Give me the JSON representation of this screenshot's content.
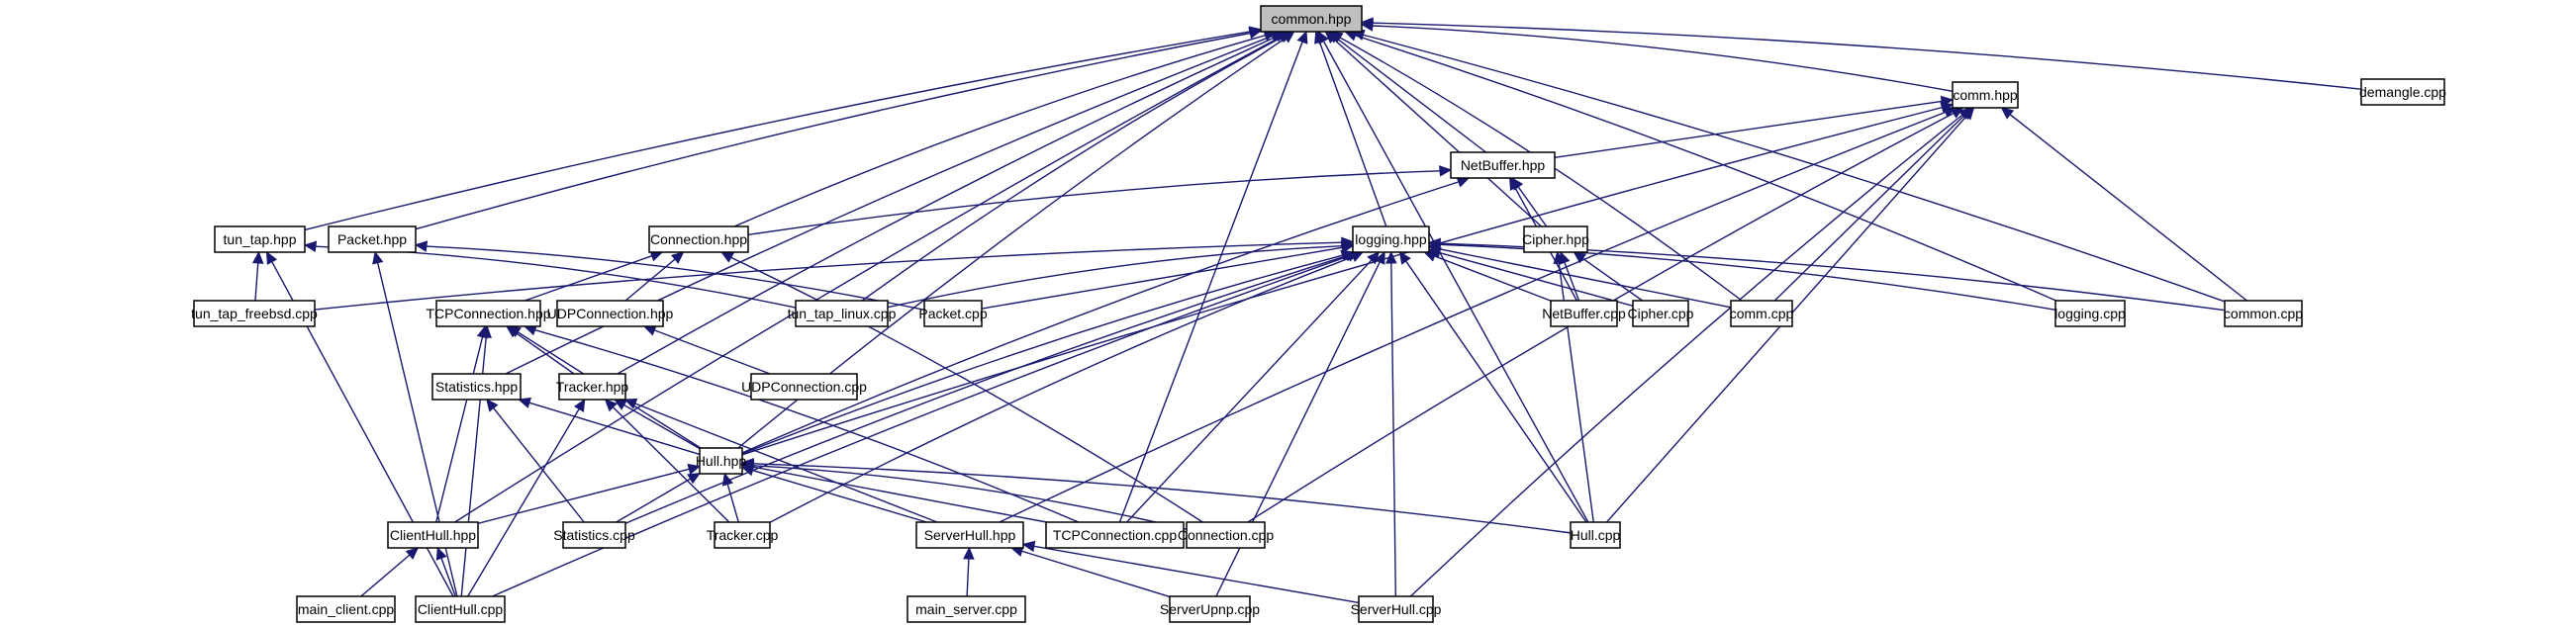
{
  "title": "Include dependency graph for common.hpp",
  "colors": {
    "edge": "#191970",
    "root_fill": "#bfbfbf",
    "node_fill": "#ffffff",
    "node_border": "#000000"
  },
  "nodes": [
    {
      "id": "common_hpp",
      "label": "common.hpp",
      "root": true
    },
    {
      "id": "comm_hpp",
      "label": "comm.hpp"
    },
    {
      "id": "demangle_cpp",
      "label": "demangle.cpp"
    },
    {
      "id": "netbuffer_hpp",
      "label": "NetBuffer.hpp"
    },
    {
      "id": "tun_tap_hpp",
      "label": "tun_tap.hpp"
    },
    {
      "id": "packet_hpp",
      "label": "Packet.hpp"
    },
    {
      "id": "connection_hpp",
      "label": "Connection.hpp"
    },
    {
      "id": "logging_hpp",
      "label": "logging.hpp"
    },
    {
      "id": "cipher_hpp",
      "label": "Cipher.hpp"
    },
    {
      "id": "tun_tap_freebsd_cpp",
      "label": "tun_tap_freebsd.cpp"
    },
    {
      "id": "tcpconnection_hpp",
      "label": "TCPConnection.hpp"
    },
    {
      "id": "udpconnection_hpp",
      "label": "UDPConnection.hpp"
    },
    {
      "id": "tun_tap_linux_cpp",
      "label": "tun_tap_linux.cpp"
    },
    {
      "id": "packet_cpp",
      "label": "Packet.cpp"
    },
    {
      "id": "netbuffer_cpp",
      "label": "NetBuffer.cpp"
    },
    {
      "id": "cipher_cpp",
      "label": "Cipher.cpp"
    },
    {
      "id": "comm_cpp",
      "label": "comm.cpp"
    },
    {
      "id": "logging_cpp",
      "label": "logging.cpp"
    },
    {
      "id": "common_cpp",
      "label": "common.cpp"
    },
    {
      "id": "udpconnection_cpp",
      "label": "UDPConnection.cpp"
    },
    {
      "id": "statistics_hpp",
      "label": "Statistics.hpp"
    },
    {
      "id": "tracker_hpp",
      "label": "Tracker.hpp"
    },
    {
      "id": "hull_hpp",
      "label": "Hull.hpp"
    },
    {
      "id": "clienthull_hpp",
      "label": "ClientHull.hpp"
    },
    {
      "id": "statistics_cpp",
      "label": "Statistics.cpp"
    },
    {
      "id": "tracker_cpp",
      "label": "Tracker.cpp"
    },
    {
      "id": "serverhull_hpp",
      "label": "ServerHull.hpp"
    },
    {
      "id": "tcpconnection_cpp",
      "label": "TCPConnection.cpp"
    },
    {
      "id": "connection_cpp",
      "label": "Connection.cpp"
    },
    {
      "id": "hull_cpp",
      "label": "Hull.cpp"
    },
    {
      "id": "main_client_cpp",
      "label": "main_client.cpp"
    },
    {
      "id": "clienthull_cpp",
      "label": "ClientHull.cpp"
    },
    {
      "id": "main_server_cpp",
      "label": "main_server.cpp"
    },
    {
      "id": "serverupnp_cpp",
      "label": "ServerUpnp.cpp"
    },
    {
      "id": "serverhull_cpp",
      "label": "ServerHull.cpp"
    }
  ],
  "edges": [
    [
      "comm_hpp",
      "common_hpp"
    ],
    [
      "demangle_cpp",
      "common_hpp"
    ],
    [
      "netbuffer_hpp",
      "common_hpp"
    ],
    [
      "tun_tap_hpp",
      "common_hpp"
    ],
    [
      "packet_hpp",
      "common_hpp"
    ],
    [
      "connection_hpp",
      "common_hpp"
    ],
    [
      "logging_hpp",
      "common_hpp"
    ],
    [
      "cipher_hpp",
      "common_hpp"
    ],
    [
      "tun_tap_linux_cpp",
      "common_hpp"
    ],
    [
      "comm_cpp",
      "common_hpp"
    ],
    [
      "logging_cpp",
      "common_hpp"
    ],
    [
      "common_cpp",
      "common_hpp"
    ],
    [
      "hull_cpp",
      "common_hpp"
    ],
    [
      "statistics_hpp",
      "common_hpp"
    ],
    [
      "tracker_hpp",
      "common_hpp"
    ],
    [
      "hull_hpp",
      "common_hpp"
    ],
    [
      "clienthull_hpp",
      "common_hpp"
    ],
    [
      "tcpconnection_cpp",
      "common_hpp"
    ],
    [
      "netbuffer_hpp",
      "comm_hpp"
    ],
    [
      "comm_cpp",
      "comm_hpp"
    ],
    [
      "common_cpp",
      "comm_hpp"
    ],
    [
      "hull_hpp",
      "comm_hpp"
    ],
    [
      "serverhull_hpp",
      "comm_hpp"
    ],
    [
      "connection_cpp",
      "comm_hpp"
    ],
    [
      "hull_cpp",
      "comm_hpp"
    ],
    [
      "serverhull_cpp",
      "comm_hpp"
    ],
    [
      "connection_hpp",
      "netbuffer_hpp"
    ],
    [
      "cipher_hpp",
      "netbuffer_hpp"
    ],
    [
      "netbuffer_cpp",
      "netbuffer_hpp"
    ],
    [
      "hull_hpp",
      "netbuffer_hpp"
    ],
    [
      "tun_tap_freebsd_cpp",
      "tun_tap_hpp"
    ],
    [
      "tun_tap_linux_cpp",
      "tun_tap_hpp"
    ],
    [
      "clienthull_cpp",
      "tun_tap_hpp"
    ],
    [
      "packet_cpp",
      "packet_hpp"
    ],
    [
      "clienthull_cpp",
      "packet_hpp"
    ],
    [
      "tcpconnection_hpp",
      "connection_hpp"
    ],
    [
      "udpconnection_hpp",
      "connection_hpp"
    ],
    [
      "connection_cpp",
      "connection_hpp"
    ],
    [
      "tun_tap_freebsd_cpp",
      "logging_hpp"
    ],
    [
      "tun_tap_linux_cpp",
      "logging_hpp"
    ],
    [
      "packet_cpp",
      "logging_hpp"
    ],
    [
      "netbuffer_cpp",
      "logging_hpp"
    ],
    [
      "cipher_cpp",
      "logging_hpp"
    ],
    [
      "comm_cpp",
      "logging_hpp"
    ],
    [
      "logging_cpp",
      "logging_hpp"
    ],
    [
      "common_cpp",
      "logging_hpp"
    ],
    [
      "hull_hpp",
      "logging_hpp"
    ],
    [
      "statistics_cpp",
      "logging_hpp"
    ],
    [
      "tracker_cpp",
      "logging_hpp"
    ],
    [
      "tcpconnection_cpp",
      "logging_hpp"
    ],
    [
      "clienthull_cpp",
      "logging_hpp"
    ],
    [
      "serverupnp_cpp",
      "logging_hpp"
    ],
    [
      "serverhull_cpp",
      "logging_hpp"
    ],
    [
      "hull_cpp",
      "logging_hpp"
    ],
    [
      "netbuffer_cpp",
      "cipher_hpp"
    ],
    [
      "cipher_cpp",
      "cipher_hpp"
    ],
    [
      "hull_cpp",
      "cipher_hpp"
    ],
    [
      "clienthull_hpp",
      "tcpconnection_hpp"
    ],
    [
      "tracker_hpp",
      "tcpconnection_hpp"
    ],
    [
      "hull_hpp",
      "tcpconnection_hpp"
    ],
    [
      "tcpconnection_cpp",
      "tcpconnection_hpp"
    ],
    [
      "clienthull_cpp",
      "tcpconnection_hpp"
    ],
    [
      "udpconnection_cpp",
      "udpconnection_hpp"
    ],
    [
      "hull_hpp",
      "statistics_hpp"
    ],
    [
      "statistics_cpp",
      "statistics_hpp"
    ],
    [
      "hull_hpp",
      "tracker_hpp"
    ],
    [
      "tracker_cpp",
      "tracker_hpp"
    ],
    [
      "serverhull_hpp",
      "tracker_hpp"
    ],
    [
      "clienthull_cpp",
      "tracker_hpp"
    ],
    [
      "clienthull_hpp",
      "hull_hpp"
    ],
    [
      "statistics_cpp",
      "hull_hpp"
    ],
    [
      "tracker_cpp",
      "hull_hpp"
    ],
    [
      "serverhull_hpp",
      "hull_hpp"
    ],
    [
      "tcpconnection_cpp",
      "hull_hpp"
    ],
    [
      "connection_cpp",
      "hull_hpp"
    ],
    [
      "hull_cpp",
      "hull_hpp"
    ],
    [
      "main_client_cpp",
      "clienthull_hpp"
    ],
    [
      "clienthull_cpp",
      "clienthull_hpp"
    ],
    [
      "main_server_cpp",
      "serverhull_hpp"
    ],
    [
      "serverupnp_cpp",
      "serverhull_hpp"
    ],
    [
      "serverhull_cpp",
      "serverhull_hpp"
    ]
  ]
}
